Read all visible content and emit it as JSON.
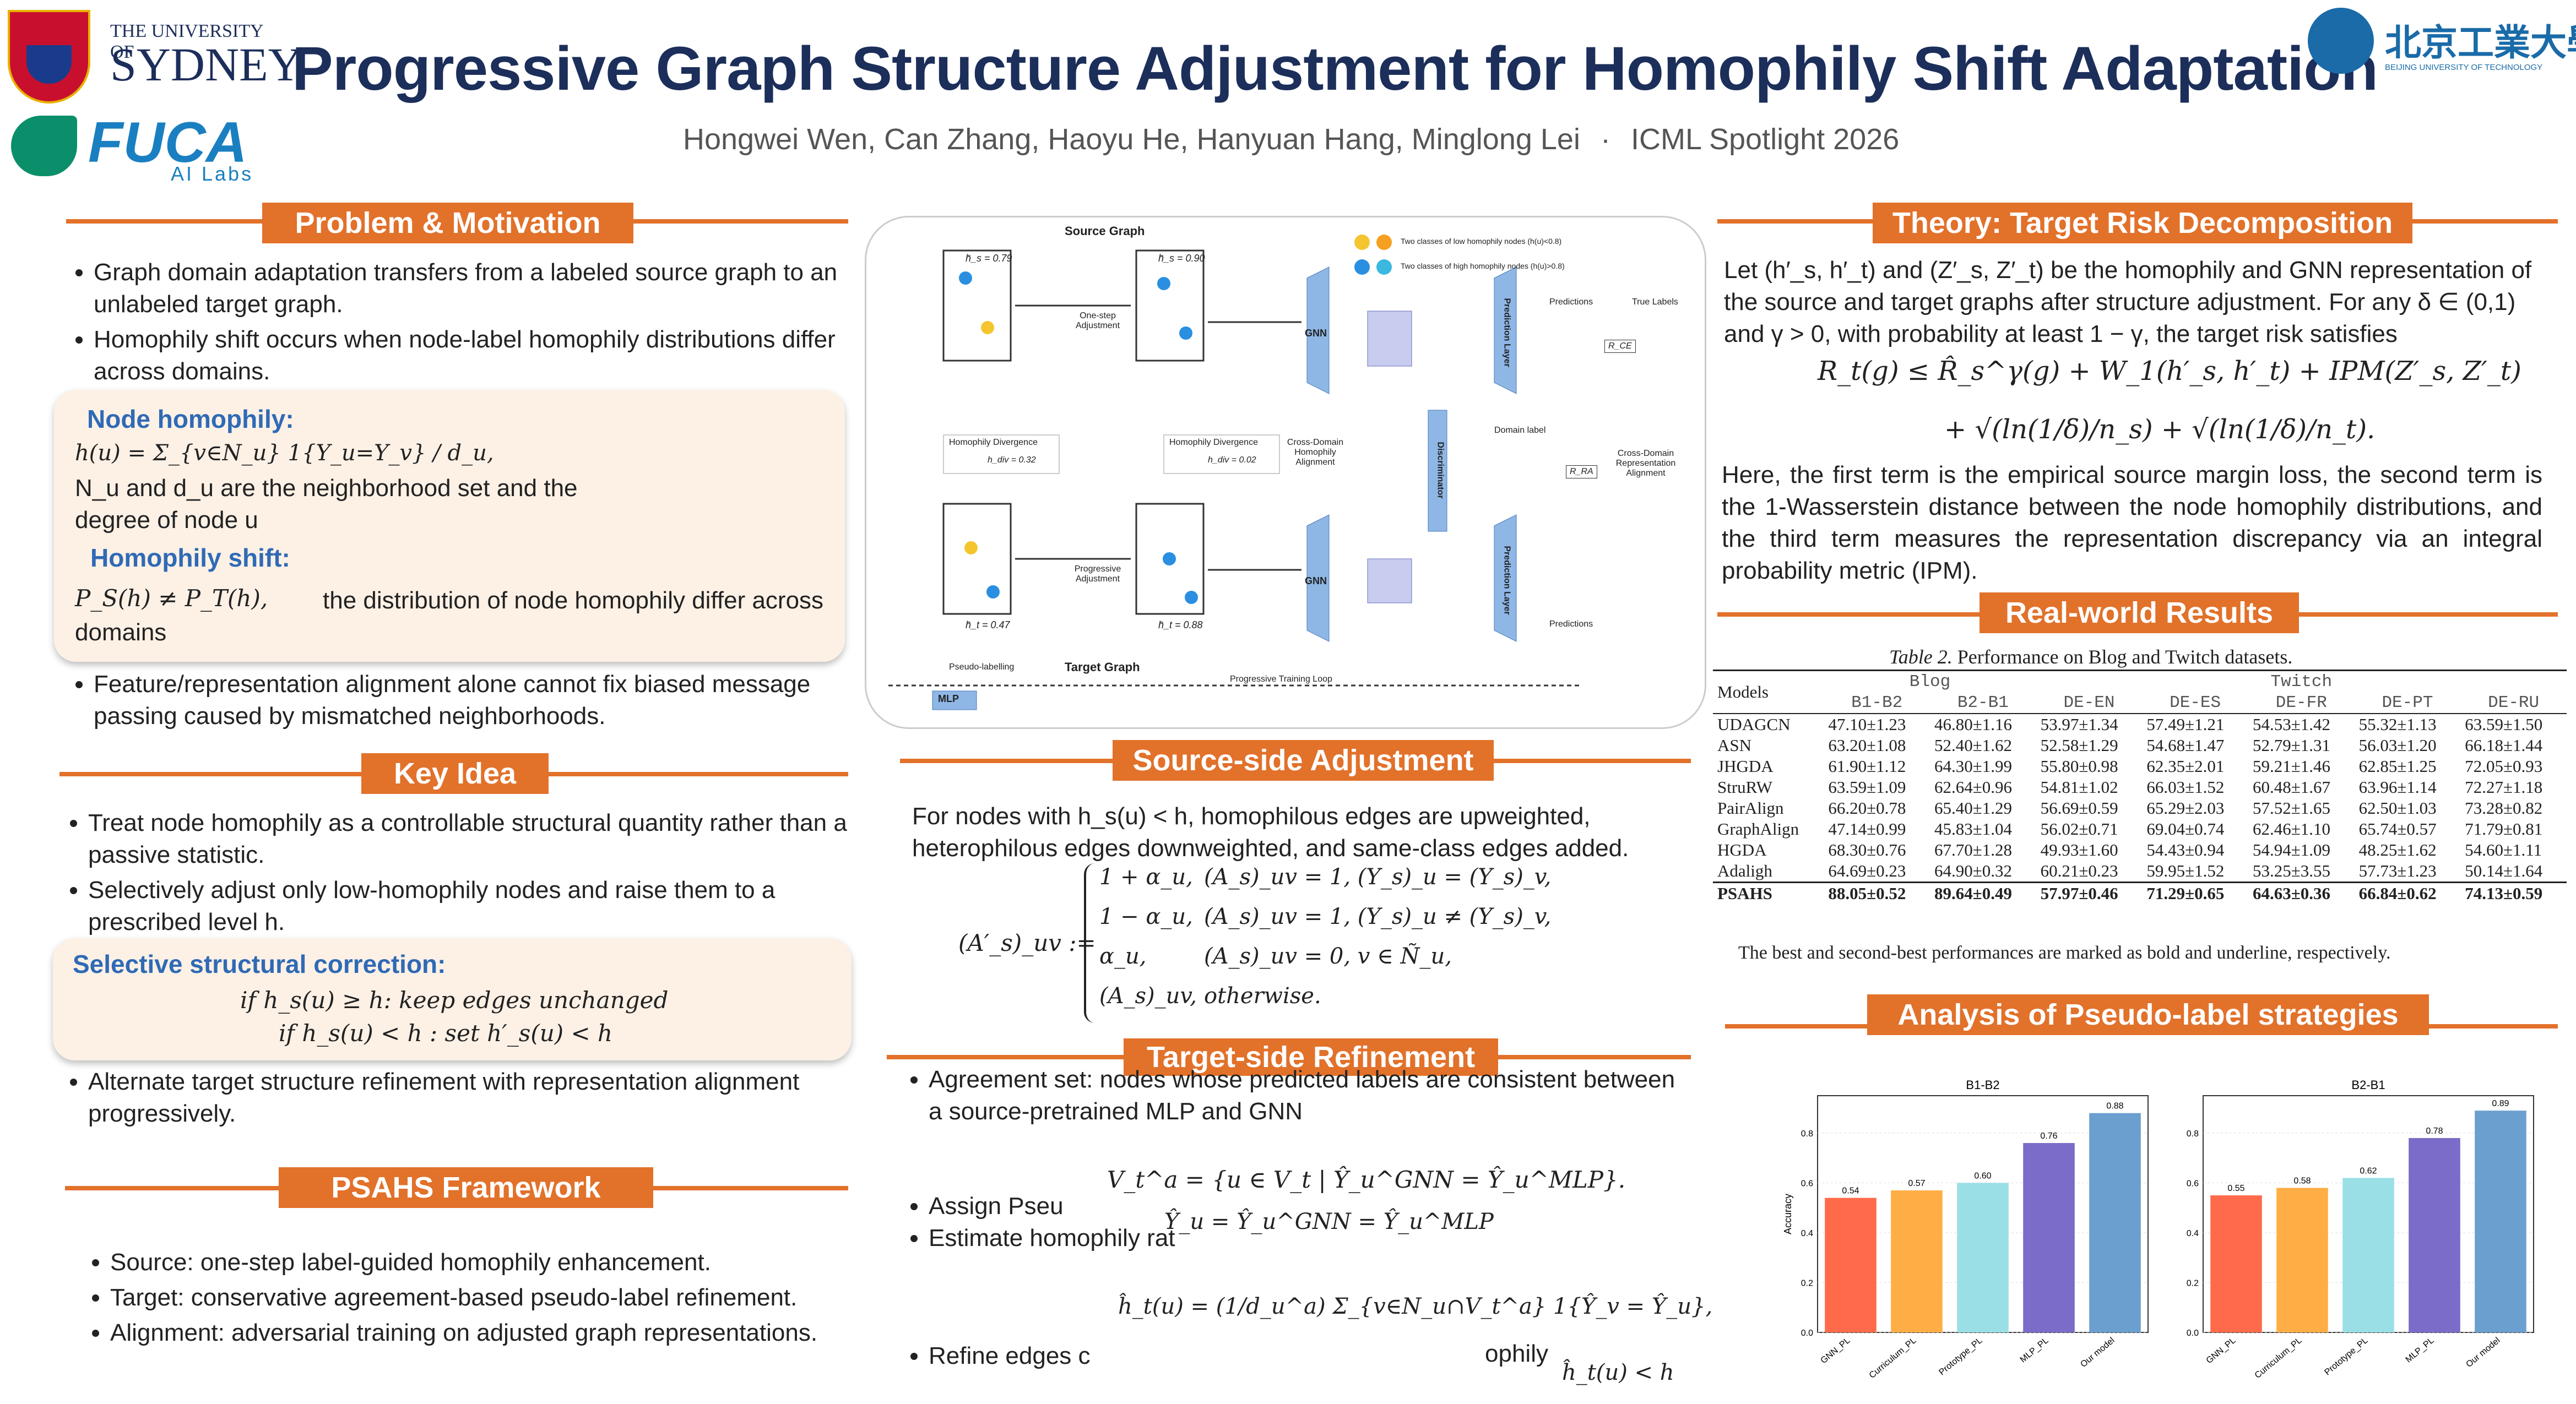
{
  "header": {
    "title": "Progressive Graph Structure Adjustment for Homophily Shift Adaptation",
    "authors": "Hongwei Wen, Can Zhang, Haoyu He, Hanyuan Hang, Minglong Lei",
    "separator": "·",
    "venue": "ICML Spotlight 2026",
    "logo_usyd_line1": "THE UNIVERSITY OF",
    "logo_usyd_line2": "SYDNEY",
    "logo_fuca": "FUCA",
    "logo_fuca_sub": "AI Labs",
    "logo_bjut_en": "BEIJING UNIVERSITY OF TECHNOLOGY",
    "logo_bjut_cn": "北京工業大學"
  },
  "problem": {
    "heading": "Problem & Motivation",
    "bullets": [
      "Graph domain adaptation transfers from a labeled source graph to an unlabeled target graph.",
      "Homophily shift occurs when node-label homophily distributions differ across domains."
    ],
    "box_label1": "Node homophily:",
    "box_formula1": "h(u) = Σ_{v∈N_u} 1{Y_u=Y_v} / d_u,",
    "box_text1": "N_u and d_u are the neighborhood set and the degree of node u",
    "box_label2": "Homophily shift:",
    "box_formula2": "P_S(h) ≠ P_T(h),",
    "box_text2": "the distribution of node homophily differ across domains",
    "bullet_after": "Feature/representation alignment alone cannot fix biased message passing caused by mismatched neighborhoods."
  },
  "key_idea": {
    "heading": "Key Idea",
    "bullets": [
      "Treat node homophily as a controllable structural quantity rather than a passive statistic.",
      "Selectively adjust only low-homophily nodes and raise them to a prescribed level h."
    ],
    "box_label": "Selective structural correction:",
    "rule1": "if h_s(u) ≥ h:  keep edges unchanged",
    "rule2": "if h_s(u) < h :  set h′_s(u) < h",
    "bullet_after": "Alternate target structure refinement with representation alignment progressively."
  },
  "framework": {
    "heading": "PSAHS Framework",
    "bullets": [
      "Source: one-step label-guided homophily enhancement.",
      "Target: conservative agreement-based pseudo-label refinement.",
      "Alignment: adversarial training on adjusted graph representations."
    ]
  },
  "diagram": {
    "source_graph": "Source Graph",
    "target_graph": "Target Graph",
    "h_s_before": "h̄_s = 0.79",
    "h_s_after": "h̄_s = 0.90",
    "h_t_before": "h̄_t = 0.47",
    "h_t_after": "h̄_t = 0.88",
    "one_step": "One-step Adjustment",
    "progressive": "Progressive Adjustment",
    "hom_div": "Homophily Divergence",
    "div1": "h_div = 0.32",
    "div2": "h_div = 0.02",
    "cross_domain": "Cross-Domain Homophily Alignment",
    "gnn": "GNN",
    "pred_layer": "Prediction Layer",
    "discriminator": "Discriminator",
    "predictions": "Predictions",
    "true_labels": "True Labels",
    "domain_label": "Domain label",
    "l_ce": "R_CE",
    "l_ra": "R_RA",
    "cross_rep": "Cross-Domain Representation Alignment",
    "pseudo": "Pseudo-labelling",
    "mlp": "MLP",
    "loop": "Progressive Training Loop",
    "legend_low": "Two classes of low homophily nodes (h(u)<0.8)",
    "legend_high": "Two classes of high homophily nodes (h(u)>0.8)"
  },
  "source_adj": {
    "heading": "Source-side Adjustment",
    "text": "For nodes with h_s(u) < h, homophilous edges are upweighted, heterophilous edges downweighted, and same-class edges added.",
    "lhs": "(A′_s)_uv :=",
    "cases": [
      [
        "1 + α_u,",
        "(A_s)_uv = 1, (Y_s)_u = (Y_s)_v,"
      ],
      [
        "1 − α_u,",
        "(A_s)_uv = 1, (Y_s)_u ≠ (Y_s)_v,"
      ],
      [
        "α_u,",
        "(A_s)_uv = 0, v ∈ Ñ_u,"
      ],
      [
        "(A_s)_uv,",
        "otherwise."
      ]
    ]
  },
  "target_ref": {
    "heading": "Target-side Refinement",
    "b1": "Agreement set: nodes whose predicted labels are consistent between a source-pretrained MLP and GNN",
    "f1": "V_t^a = {u ∈ V_t | Ŷ_u^GNN = Ŷ_u^MLP}.",
    "b2": "Assign Pseu",
    "b3": "Estimate homophily rat",
    "f2": "Ŷ_u = Ŷ_u^GNN = Ŷ_u^MLP",
    "f3": "ĥ_t(u) = (1/d_u^a) Σ_{v∈N_u∩V_t^a} 1{Ŷ_v = Ŷ_u},",
    "b4": "Refine edges c",
    "b4_end": "ophily",
    "f4": "ĥ_t(u) < h"
  },
  "theory": {
    "heading": "Theory: Target Risk Decomposition",
    "text": "Let (h′_s, h′_t) and (Z′_s, Z′_t) be the homophily and GNN representation of the source and target graphs after structure adjustment. For any δ ∈ (0,1) and γ > 0, with probability at least 1 − γ, the target risk satisfies",
    "eq1": "R_t(g) ≤ R̂_s^γ(g) + W_1(h′_s, h′_t) + IPM(Z′_s, Z′_t)",
    "eq2": "+ √(ln(1/δ)/n_s) + √(ln(1/δ)/n_t).",
    "explain": "Here, the first term is the empirical source margin loss, the second term is the 1-Wasserstein distance between the node homophily distributions, and the third term measures the representation discrepancy via an integral probability metric (IPM)."
  },
  "results": {
    "heading": "Real-world Results",
    "caption_prefix": "Table 2.",
    "caption": "Performance on Blog and Twitch datasets.",
    "groups": [
      "Models",
      "Blog",
      "Twitch"
    ],
    "cols": [
      "B1-B2",
      "B2-B1",
      "DE-EN",
      "DE-ES",
      "DE-FR",
      "DE-PT",
      "DE-RU"
    ],
    "rows": [
      [
        "UDAGCN",
        "47.10±1.23",
        "46.80±1.16",
        "53.97±1.34",
        "57.49±1.21",
        "54.53±1.42",
        "55.32±1.13",
        "63.59±1.50"
      ],
      [
        "ASN",
        "63.20±1.08",
        "52.40±1.62",
        "52.58±1.29",
        "54.68±1.47",
        "52.79±1.31",
        "56.03±1.20",
        "66.18±1.44"
      ],
      [
        "JHGDA",
        "61.90±1.12",
        "64.30±1.99",
        "55.80±0.98",
        "62.35±2.01",
        "59.21±1.46",
        "62.85±1.25",
        "72.05±0.93"
      ],
      [
        "StruRW",
        "63.59±1.09",
        "62.64±0.96",
        "54.81±1.02",
        "66.03±1.52",
        "60.48±1.67",
        "63.96±1.14",
        "72.27±1.18"
      ],
      [
        "PairAlign",
        "66.20±0.78",
        "65.40±1.29",
        "56.69±0.59",
        "65.29±2.03",
        "57.52±1.65",
        "62.50±1.03",
        "73.28±0.82"
      ],
      [
        "GraphAlign",
        "47.14±0.99",
        "45.83±1.04",
        "56.02±0.71",
        "69.04±0.74",
        "62.46±1.10",
        "65.74±0.57",
        "71.79±0.81"
      ],
      [
        "HGDA",
        "68.30±0.76",
        "67.70±1.28",
        "49.93±1.60",
        "54.43±0.94",
        "54.94±1.09",
        "48.25±1.62",
        "54.60±1.11"
      ],
      [
        "Adaligh",
        "64.69±0.23",
        "64.90±0.32",
        "60.21±0.23",
        "59.95±1.52",
        "53.25±3.55",
        "57.73±1.23",
        "50.14±1.64"
      ],
      [
        "PSAHS",
        "88.05±0.52",
        "89.64±0.49",
        "57.97±0.46",
        "71.29±0.65",
        "64.63±0.36",
        "66.84±0.62",
        "74.13±0.59"
      ]
    ],
    "note": "The best and second-best performances are marked as bold and underline, respectively."
  },
  "analysis": {
    "heading": "Analysis of Pseudo-label strategies"
  },
  "chart_data": [
    {
      "type": "bar",
      "title": "B1-B2",
      "ylabel": "Accuracy",
      "ylim": [
        0,
        0.95
      ],
      "categories": [
        "GNN_PL",
        "Curriculum_PL",
        "Prototype_PL",
        "MLP_PL",
        "Our model"
      ],
      "values": [
        0.54,
        0.57,
        0.6,
        0.76,
        0.88
      ],
      "colors": [
        "#ff6b4a",
        "#ffae45",
        "#9adfe6",
        "#7a6cc8",
        "#6b9fcf"
      ],
      "yticks": [
        "0.0",
        "0.2",
        "0.4",
        "0.6",
        "0.8"
      ],
      "grid": true
    },
    {
      "type": "bar",
      "title": "B2-B1",
      "ylabel": "",
      "ylim": [
        0,
        0.95
      ],
      "categories": [
        "GNN_PL",
        "Curriculum_PL",
        "Prototype_PL",
        "MLP_PL",
        "Our model"
      ],
      "values": [
        0.55,
        0.58,
        0.62,
        0.78,
        0.89
      ],
      "colors": [
        "#ff6b4a",
        "#ffae45",
        "#9adfe6",
        "#7a6cc8",
        "#6b9fcf"
      ],
      "yticks": [
        "0.0",
        "0.2",
        "0.4",
        "0.6",
        "0.8"
      ],
      "grid": true
    }
  ]
}
